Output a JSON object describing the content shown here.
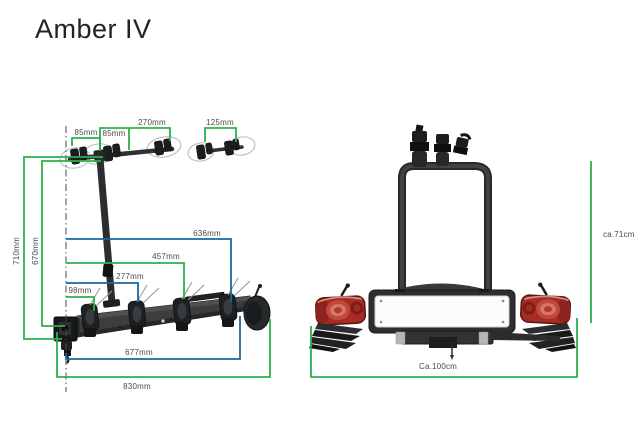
{
  "title": "Amber IV",
  "colors": {
    "dim_green": "#2db04b",
    "dim_blue": "#1a679f",
    "dim_text": "#4a4a4a"
  },
  "side_view": {
    "dims": {
      "top_left_a": "85mm",
      "top_left_b": "85mm",
      "top_span": "270mm",
      "detail_span": "125mm",
      "height_outer": "710mm",
      "height_inner": "670mm",
      "len_636": "636mm",
      "len_457": "457mm",
      "len_277": "277mm",
      "len_98": "98mm",
      "len_677": "677mm",
      "len_830": "830mm"
    }
  },
  "rear_view": {
    "dims": {
      "height": "ca.71cm",
      "width": "Ca.100cm"
    }
  }
}
